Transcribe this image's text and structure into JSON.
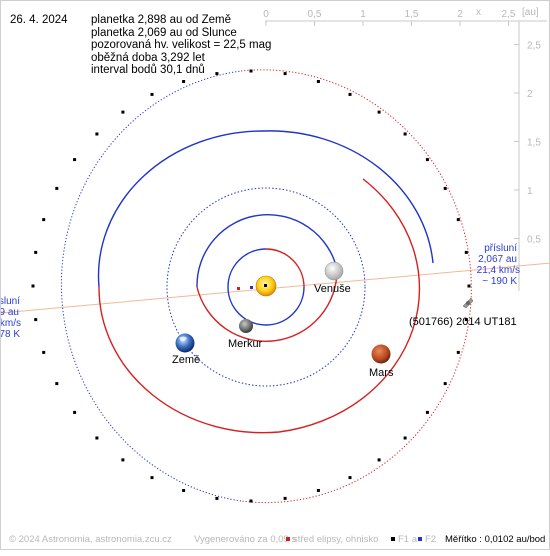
{
  "date": "26. 4. 2024",
  "info_lines": [
    "planetka 2,898 au od Země",
    "planetka 2,069 au od Slunce",
    "pozorovaná hv. velikost = 22,5 mag",
    "oběžná doba 3,292 let",
    "interval bodů 30,1 dnů"
  ],
  "axes": {
    "x_label": "x",
    "unit_label": "[au]",
    "x_ticks": [
      "0",
      "0,5",
      "1",
      "1,5",
      "2",
      "2,5"
    ],
    "y_ticks": [
      "0,5",
      "1",
      "1,5",
      "2",
      "2,5"
    ]
  },
  "perihelion_right": {
    "lines": [
      "přísluní",
      "2,067 au",
      "21,4 km/s",
      "~ 190 K"
    ],
    "color": "#2a3cd6"
  },
  "perihelion_left": {
    "lines": [
      "přísluní",
      "9 au",
      "km/s",
      "78 K"
    ],
    "color": "#2a3cd6"
  },
  "bodies": {
    "earth": "Země",
    "mercury": "Merkur",
    "venus": "Venuše",
    "mars": "Mars",
    "asteroid": "(501766) 2014 UT181"
  },
  "footer": {
    "copyright": "© 2024 Astronomia, astronomia.zcu.cz",
    "generated": "Vygenerováno za 0,09 s",
    "center_legend": "střed elipsy, ohnisko",
    "f1": "F1 a",
    "f2": "F2",
    "scale": "Měřítko : 0,0102 au/bod"
  },
  "colors": {
    "orbit_blue": "#1f35c8",
    "orbit_red": "#d42020",
    "axis_gray": "#c8c8c8",
    "sun": "#ffd21a",
    "mars": "#b5451f",
    "line_of_apsides": "#f3b896"
  }
}
